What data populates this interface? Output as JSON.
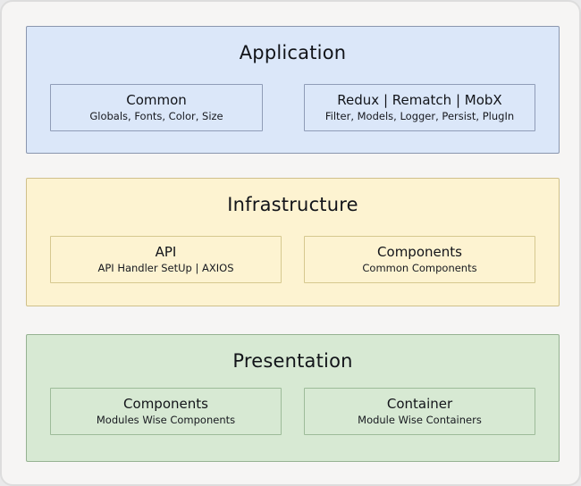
{
  "diagram": {
    "layers": [
      {
        "title": "Application",
        "fill": "#dbe7f9",
        "border": "#8a96ae",
        "box_border": "#8f9cb7",
        "boxes": [
          {
            "title": "Common",
            "subtitle": "Globals, Fonts, Color, Size"
          },
          {
            "title": "Redux | Rematch | MobX",
            "subtitle": "Filter, Models, Logger, Persist, PlugIn"
          }
        ]
      },
      {
        "title": "Infrastructure",
        "fill": "#fdf3d1",
        "border": "#cfc08a",
        "box_border": "#d6c88f",
        "boxes": [
          {
            "title": "API",
            "subtitle": "API Handler SetUp | AXIOS"
          },
          {
            "title": "Components",
            "subtitle": "Common Components"
          }
        ]
      },
      {
        "title": "Presentation",
        "fill": "#d7e9d3",
        "border": "#95b191",
        "box_border": "#9dbb99",
        "boxes": [
          {
            "title": "Components",
            "subtitle": "Modules Wise Components"
          },
          {
            "title": "Container",
            "subtitle": "Module Wise Containers"
          }
        ]
      }
    ]
  }
}
